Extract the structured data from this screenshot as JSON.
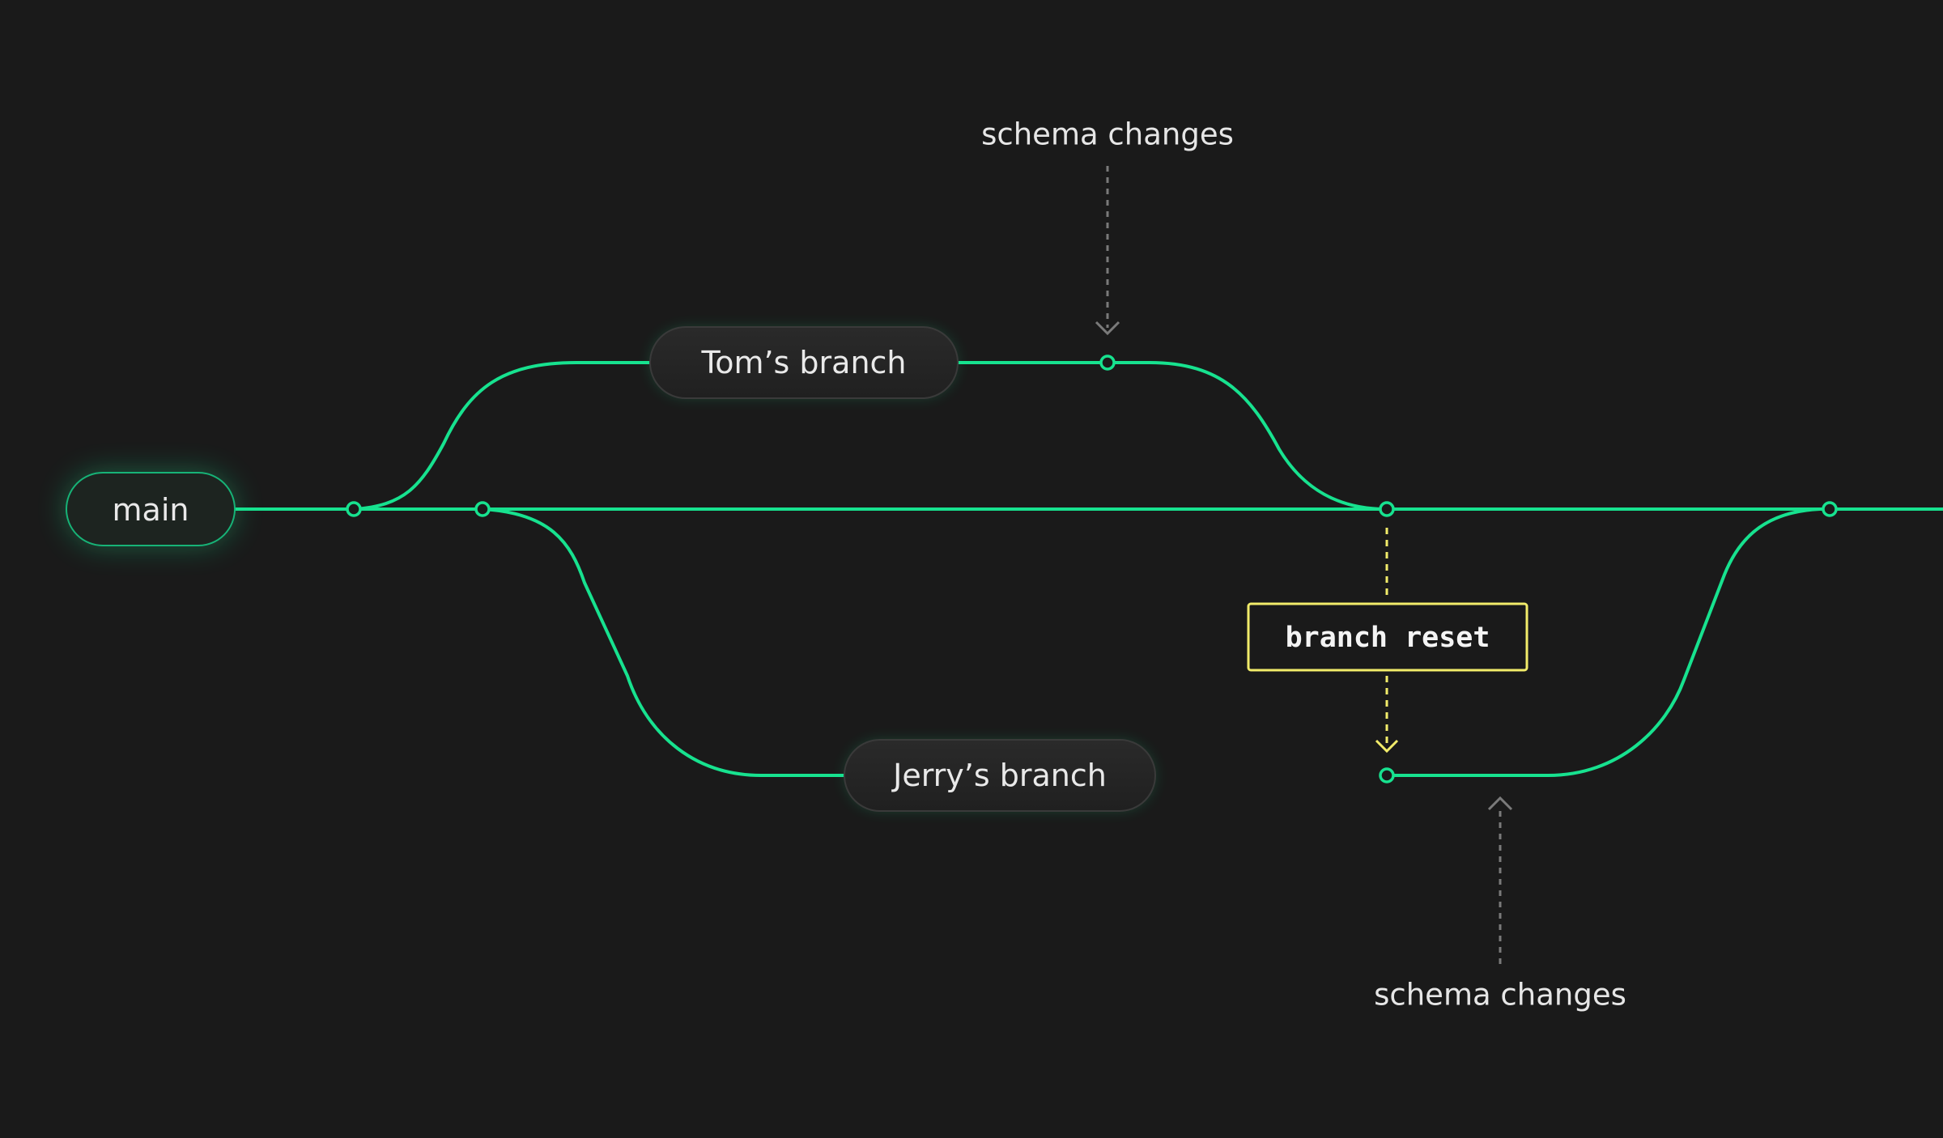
{
  "branches": {
    "main": "main",
    "tom": "Tom’s branch",
    "jerry": "Jerry’s branch"
  },
  "annotations": {
    "top": "schema changes",
    "bottom": "schema changes"
  },
  "action": {
    "label": "branch reset"
  },
  "colors": {
    "background": "#1a1a1a",
    "branch_line": "#17e28f",
    "reset_accent": "#f2ec6a",
    "annotation_arrow": "#7a7a7a",
    "pill_fill": "#262626"
  }
}
